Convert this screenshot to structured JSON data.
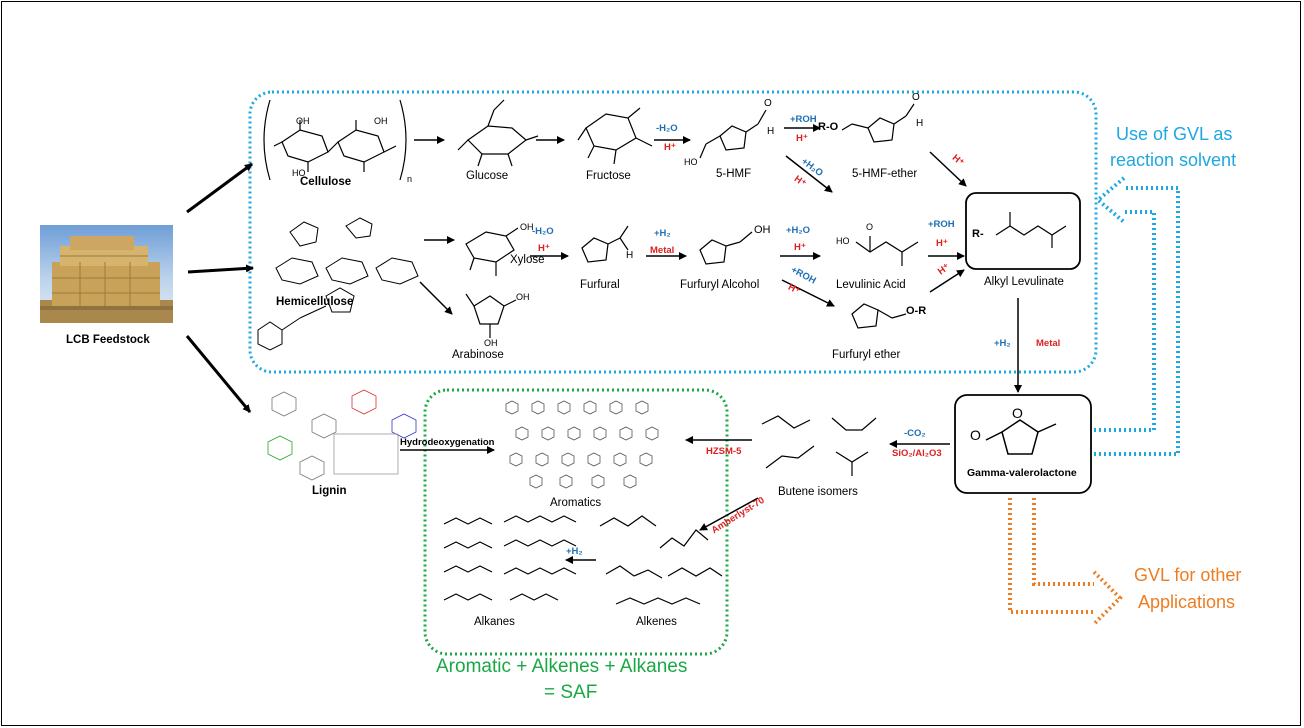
{
  "labels": {
    "cellulose": "Cellulose",
    "glucose": "Glucose",
    "fructose": "Fructose",
    "hmf": "5-HMF",
    "hmf_ether": "5-HMF-ether",
    "hemicellulose": "Hemicellulose",
    "xylose": "Xylose",
    "arabinose": "Arabinose",
    "furfural": "Furfural",
    "furfuryl_alcohol": "Furfuryl Alcohol",
    "levulinic_acid": "Levulinic Acid",
    "furfuryl_ether": "Furfuryl ether",
    "alkyl_levulinate": "Alkyl Levulinate",
    "lcb_feedstock": "LCB Feedstock",
    "lignin": "Lignin",
    "hydrodeoxygenation": "Hydrodeoxygenation",
    "aromatics": "Aromatics",
    "butene_isomers": "Butene isomers",
    "gvl": "Gamma-valerolactone",
    "alkanes": "Alkanes",
    "alkenes": "Alkenes",
    "n_sub": "n",
    "r_o": "R-O",
    "r_o2": "R-",
    "o_r": "O-R",
    "ho": "HO",
    "oh": "OH",
    "h": "H",
    "o": "O"
  },
  "reagents": {
    "minus_h2o": "-H₂O",
    "h_plus": "H⁺",
    "plus_roh": "+ROH",
    "plus_h2o": "+H₂O",
    "plus_h2": "+H₂",
    "metal": "Metal",
    "minus_co2": "-CO₂",
    "sio2_al2o3": "SiO₂/Al₂O3",
    "hzsm5": "HZSM-5",
    "amberlyst": "Amberlyst-70"
  },
  "callouts": {
    "gvl_solvent_1": "Use of GVL as",
    "gvl_solvent_2": "reaction solvent",
    "gvl_other_1": "GVL for other",
    "gvl_other_2": "Applications",
    "saf_1": "Aromatic + Alkenes + Alkanes",
    "saf_2": "= SAF"
  },
  "colors": {
    "cyan": "#1ea7e1",
    "green": "#1aa845",
    "orange": "#ee7d22",
    "red": "#e02020",
    "blue": "#1f6fb5"
  }
}
